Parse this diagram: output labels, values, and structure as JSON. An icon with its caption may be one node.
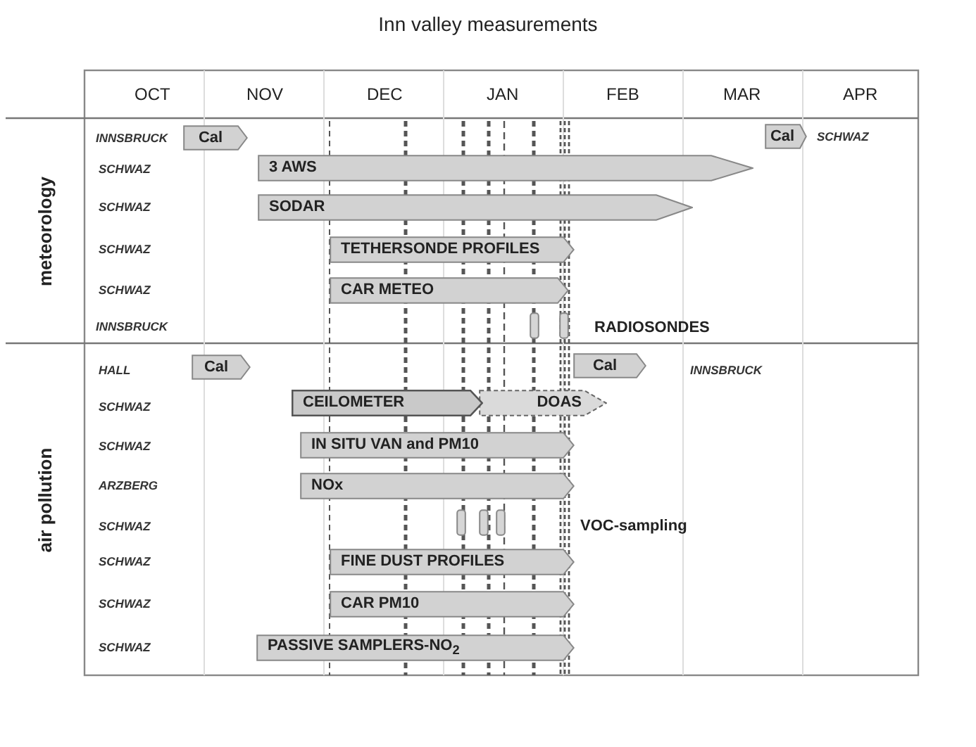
{
  "diagram": {
    "title": "Inn valley measurements",
    "nodes": [
      {
        "text": [
          "Cal"
        ]
      },
      {
        "text": [
          "Cal"
        ]
      },
      {
        "text": [
          "3 AWS"
        ]
      },
      {
        "text": [
          "SODAR"
        ]
      },
      {
        "text": [
          "TETHERSONDE PROFILES"
        ]
      },
      {
        "text": [
          "CAR METEO"
        ]
      },
      {
        "text": [],
        "shape": "box"
      },
      {
        "text": [],
        "shape": "box"
      },
      {
        "text": [
          "Cal"
        ]
      },
      {
        "text": [
          "Cal"
        ]
      },
      {
        "text": [
          "CEILOMETER"
        ]
      },
      {
        "text": [
          "DOAS"
        ]
      },
      {
        "text": [
          "IN SITU VAN and PM10"
        ]
      },
      {
        "text": [
          "NOx"
        ]
      },
      {
        "text": [],
        "shape": "box"
      },
      {
        "text": [],
        "shape": "box"
      },
      {
        "text": [],
        "shape": "box"
      },
      {
        "text": [
          "FINE DUST PROFILES"
        ]
      },
      {
        "text": [
          "CAR PM10"
        ]
      },
      {
        "text": [
          "PASSIVE SAMPLERS-NO$_{2}$"
        ]
      }
    ],
    "labels": [
      "OCT",
      "NOV",
      "DEC",
      "JAN",
      "FEB",
      "MAR",
      "APR",
      "meteorology",
      "INNSBRUCK",
      "SCHWAZ",
      "SCHWAZ",
      "SCHWAZ",
      "SCHWAZ",
      "SCHWAZ",
      "INNSBRUCK",
      "RADIOSONDES",
      "air pollution",
      "HALL",
      "INNSBRUCK",
      "SCHWAZ",
      "SCHWAZ",
      "ARZBERG",
      "SCHWAZ",
      "VOC-sampling",
      "SCHWAZ",
      "SCHWAZ",
      "SCHWAZ"
    ]
  }
}
